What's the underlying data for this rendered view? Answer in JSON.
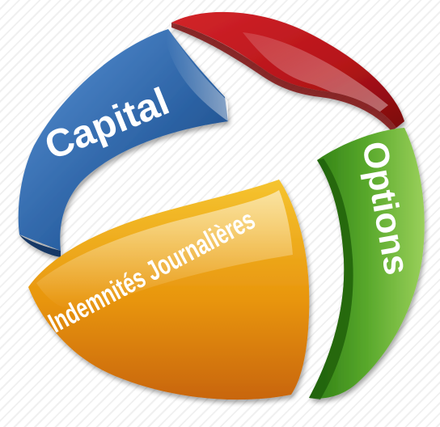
{
  "segments": {
    "capital": {
      "label": "Capital",
      "color": "#2f66a8"
    },
    "options": {
      "label": "Options",
      "color": "#5aa82a"
    },
    "indemnites": {
      "label": "Indemnités Journalières",
      "color": "#e08a0c"
    },
    "top": {
      "label": "",
      "color": "#c0151a"
    }
  }
}
